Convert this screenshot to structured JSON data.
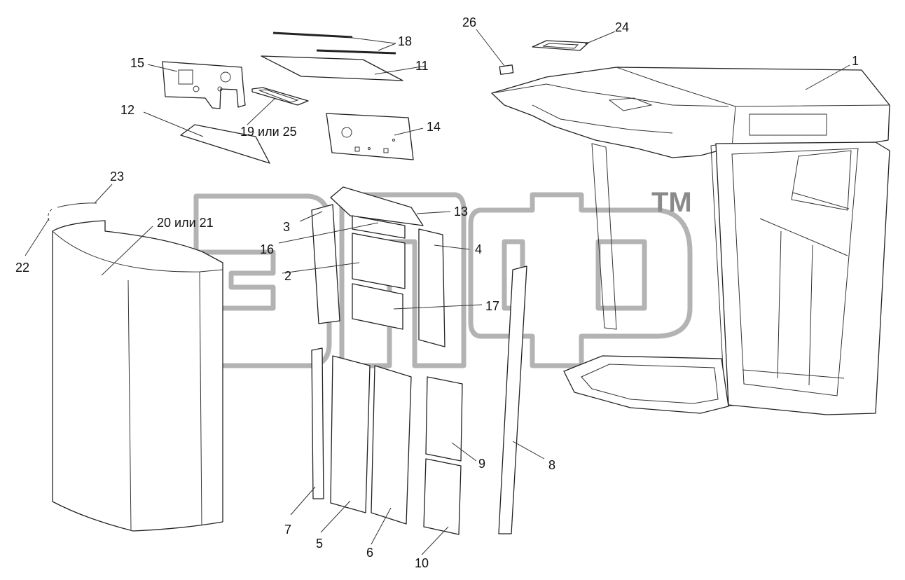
{
  "watermark": {
    "brand": "эпф",
    "mark": "TM"
  },
  "callouts": {
    "c1": "1",
    "c2": "2",
    "c3": "3",
    "c4": "4",
    "c5": "5",
    "c6": "6",
    "c7": "7",
    "c8": "8",
    "c9": "9",
    "c10": "10",
    "c11": "11",
    "c12": "12",
    "c13": "13",
    "c14": "14",
    "c15": "15",
    "c16": "16",
    "c17": "17",
    "c18": "18",
    "c19_25": "19 или 25",
    "c20_21": "20 или 21",
    "c22": "22",
    "c23": "23",
    "c24": "24",
    "c26": "26"
  }
}
